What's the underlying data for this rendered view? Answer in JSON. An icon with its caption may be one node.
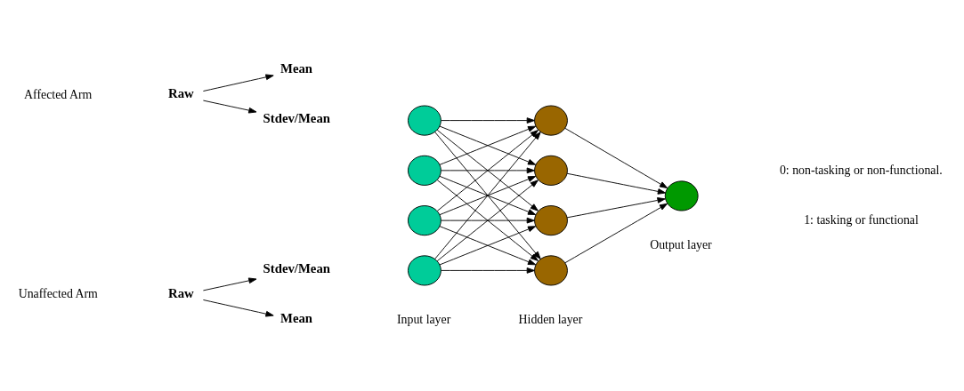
{
  "diagram": {
    "nodes": [
      {
        "text": [
          "Raw"
        ]
      },
      {
        "text": [
          "Mean"
        ]
      },
      {
        "text": [
          "Stdev/Mean"
        ]
      },
      {
        "text": [
          "Raw"
        ]
      },
      {
        "text": [
          "Mean"
        ]
      },
      {
        "text": [
          "Stdev/Mean"
        ]
      },
      {
        "text": [],
        "shape": "circle"
      },
      {
        "text": [],
        "shape": "circle"
      },
      {
        "text": [],
        "shape": "circle"
      },
      {
        "text": [],
        "shape": "circle"
      },
      {
        "text": [],
        "shape": "circle"
      },
      {
        "text": [],
        "shape": "circle"
      },
      {
        "text": [],
        "shape": "circle"
      },
      {
        "text": [],
        "shape": "circle"
      },
      {
        "text": [],
        "shape": "circle"
      }
    ],
    "edges": [
      {
        "from": 0,
        "to": 1,
        "arrow": "to"
      },
      {
        "from": 0,
        "to": 2,
        "arrow": "to"
      },
      {
        "from": 3,
        "to": 4,
        "arrow": "to"
      },
      {
        "from": 3,
        "to": 5,
        "arrow": "to"
      },
      {
        "from": 6,
        "to": 10,
        "arrow": "to"
      },
      {
        "from": 6,
        "to": 11,
        "arrow": "to"
      },
      {
        "from": 6,
        "to": 12,
        "arrow": "to"
      },
      {
        "from": 6,
        "to": 13,
        "arrow": "to"
      },
      {
        "from": 7,
        "to": 10,
        "arrow": "to"
      },
      {
        "from": 7,
        "to": 11,
        "arrow": "to"
      },
      {
        "from": 7,
        "to": 12,
        "arrow": "to"
      },
      {
        "from": 7,
        "to": 13,
        "arrow": "to"
      },
      {
        "from": 8,
        "to": 10,
        "arrow": "to"
      },
      {
        "from": 8,
        "to": 11,
        "arrow": "to"
      },
      {
        "from": 8,
        "to": 12,
        "arrow": "to"
      },
      {
        "from": 8,
        "to": 13,
        "arrow": "to"
      },
      {
        "from": 9,
        "to": 10,
        "arrow": "to"
      },
      {
        "from": 9,
        "to": 11,
        "arrow": "to"
      },
      {
        "from": 9,
        "to": 12,
        "arrow": "to"
      },
      {
        "from": 9,
        "to": 13,
        "arrow": "to"
      },
      {
        "from": 10,
        "to": 14,
        "arrow": "to"
      },
      {
        "from": 11,
        "to": 14,
        "arrow": "to"
      },
      {
        "from": 12,
        "to": 14,
        "arrow": "to"
      },
      {
        "from": 13,
        "to": 14,
        "arrow": "to"
      }
    ],
    "labels": [
      "Affected Arm",
      "Unaffected Arm",
      "0: non-tasking or non-functional.",
      "1: tasking or functional",
      "Input layer",
      "Hidden layer",
      "Output layer"
    ]
  }
}
